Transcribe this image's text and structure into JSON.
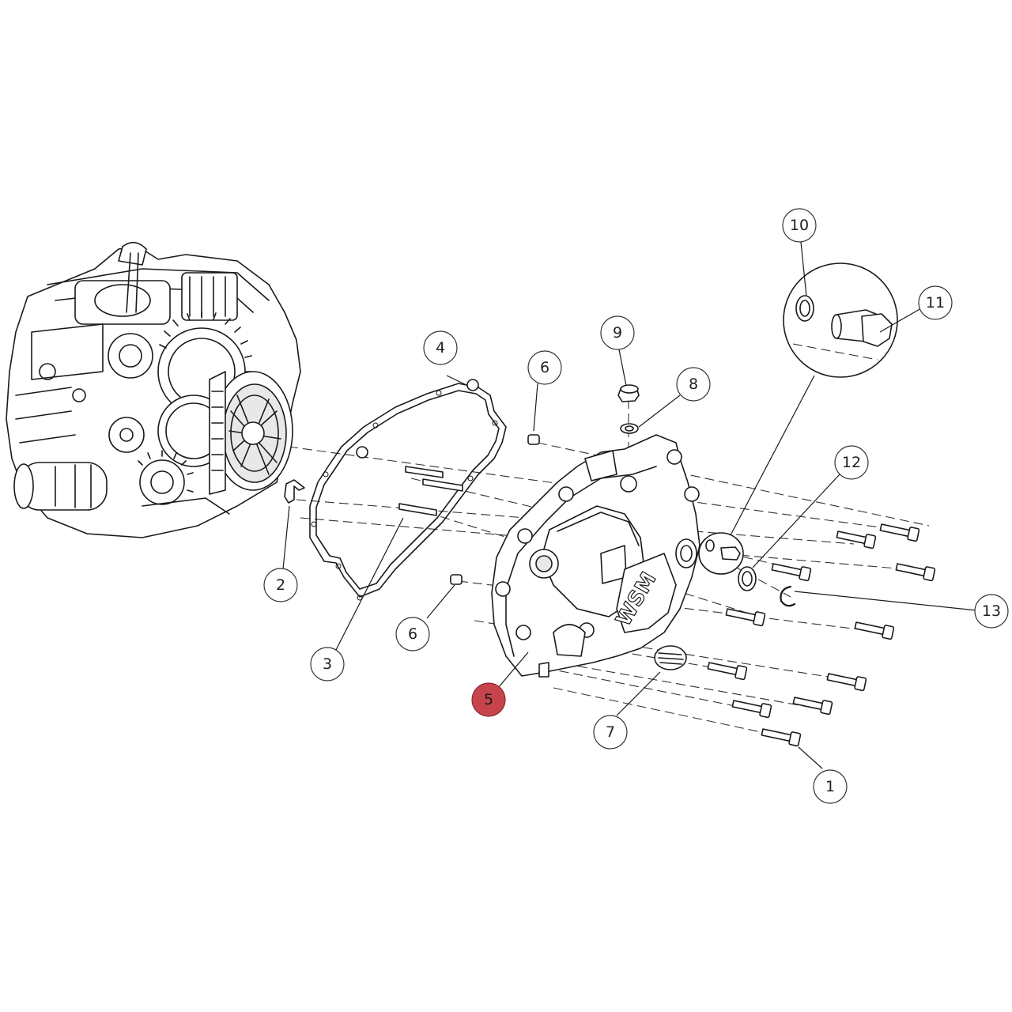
{
  "diagram": {
    "type": "exploded-parts-view",
    "cover_logo": "WSM",
    "highlight_color": "#c8444c",
    "callouts": [
      {
        "id": "c1",
        "label": "1"
      },
      {
        "id": "c2",
        "label": "2"
      },
      {
        "id": "c3",
        "label": "3"
      },
      {
        "id": "c4",
        "label": "4"
      },
      {
        "id": "c5",
        "label": "5",
        "highlighted": true
      },
      {
        "id": "c6a",
        "label": "6"
      },
      {
        "id": "c6b",
        "label": "6"
      },
      {
        "id": "c7",
        "label": "7"
      },
      {
        "id": "c8",
        "label": "8"
      },
      {
        "id": "c9",
        "label": "9"
      },
      {
        "id": "c10",
        "label": "10"
      },
      {
        "id": "c11",
        "label": "11"
      },
      {
        "id": "c12",
        "label": "12"
      },
      {
        "id": "c13",
        "label": "13"
      }
    ]
  }
}
